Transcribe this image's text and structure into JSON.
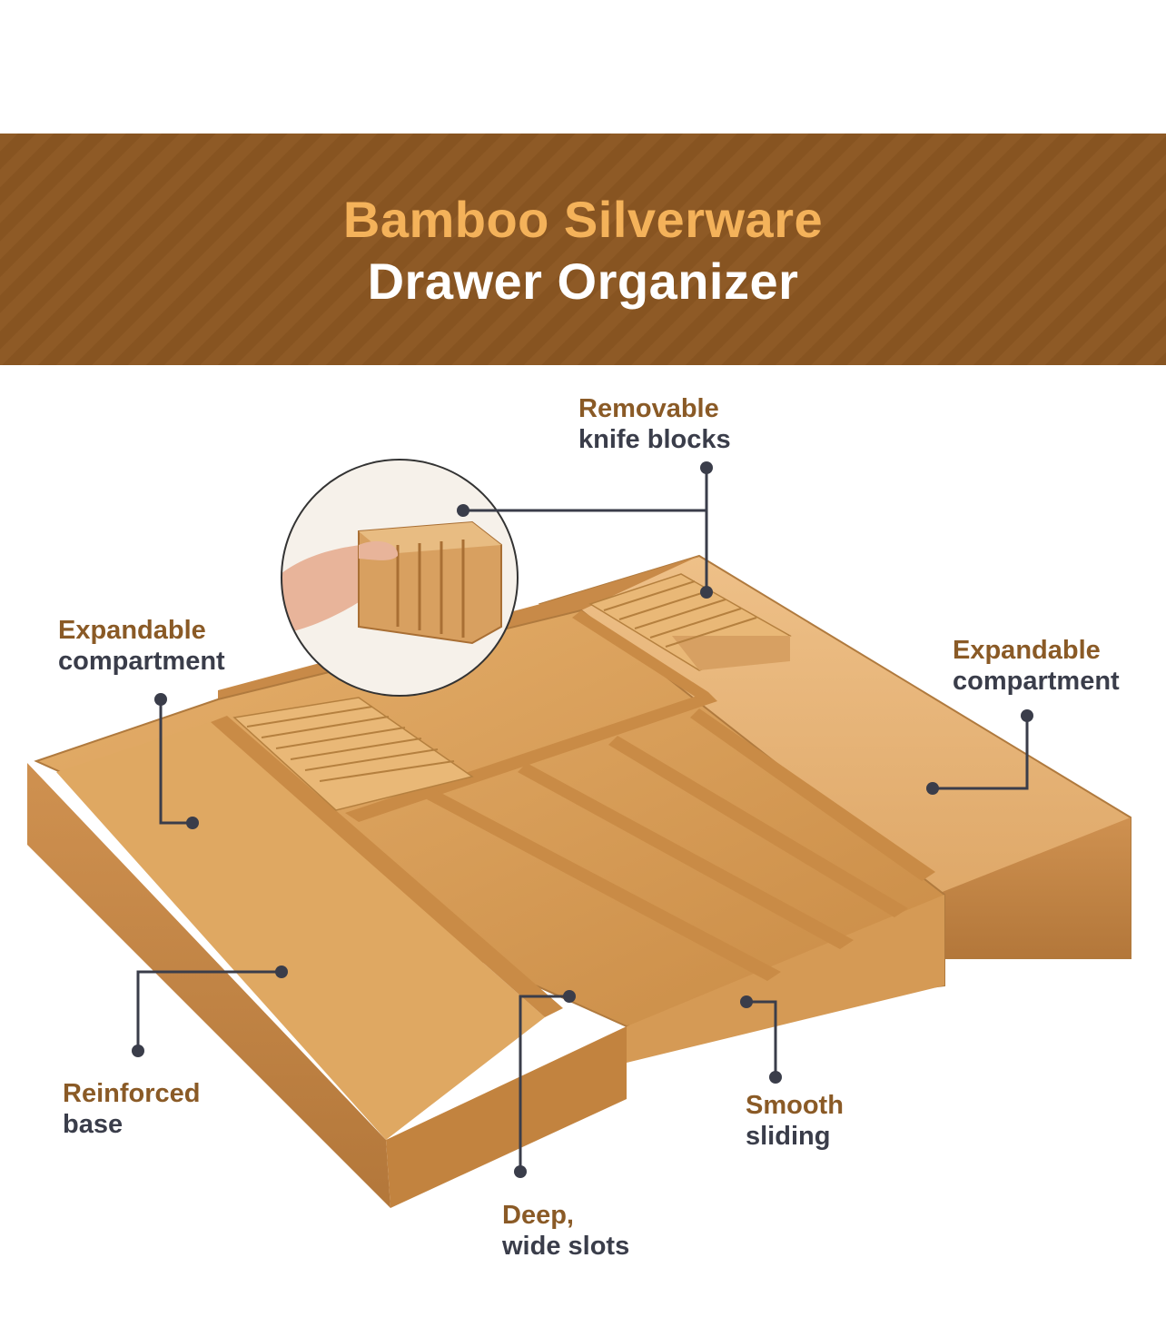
{
  "banner": {
    "title_line1": "Bamboo Silverware",
    "title_line2": "Drawer Organizer"
  },
  "callouts": {
    "knife_blocks": {
      "line1": "Removable",
      "line2": "knife blocks"
    },
    "left_compartment": {
      "line1": "Expandable",
      "line2": "compartment"
    },
    "right_compartment": {
      "line1": "Expandable",
      "line2": "compartment"
    },
    "base": {
      "line1": "Reinforced",
      "line2": "base"
    },
    "sliding": {
      "line1": "Smooth",
      "line2": "sliding"
    },
    "slots": {
      "line1": "Deep,",
      "line2": "wide slots"
    }
  },
  "colors": {
    "banner_brown": "#8e5a26",
    "title_gold": "#f4b25a",
    "label_brown": "#8a5a26",
    "label_dark": "#3a3d4a",
    "bamboo": "#d9a15c"
  }
}
